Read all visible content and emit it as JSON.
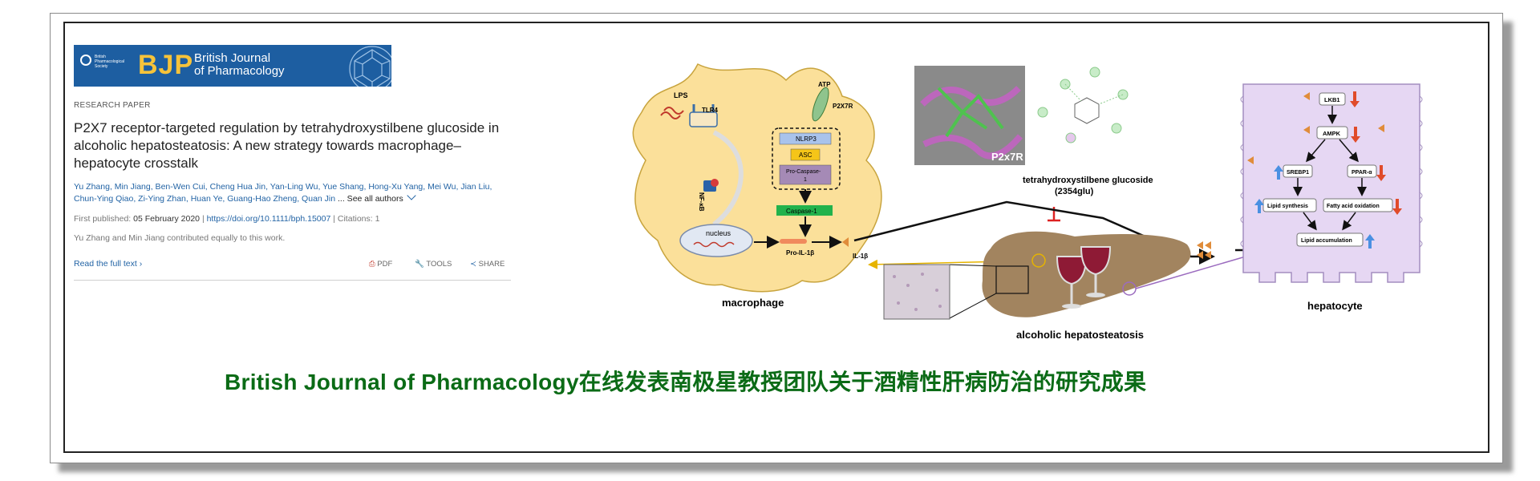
{
  "journal": {
    "acronym": "BJP",
    "name_line1": "British Journal",
    "name_line2": "of Pharmacology",
    "society": "British Pharmacological Society"
  },
  "article": {
    "type": "RESEARCH PAPER",
    "title": "P2X7 receptor-targeted regulation by tetrahydroxystilbene glucoside in alcoholic hepatosteatosis: A new strategy towards macrophage–hepatocyte crosstalk",
    "authors": "Yu Zhang,  Min Jiang,  Ben-Wen Cui,  Cheng Hua Jin,  Yan-Ling Wu,  Yue Shang,  Hong-Xu Yang,  Mei Wu,  Jian Liu,  Chun-Ying Qiao,  Zi-Ying Zhan,  Huan Ye,  Guang-Hao Zheng,  Quan Jin",
    "see_all": "... See all authors",
    "first_published_label": "First published:",
    "first_published_date": "05 February 2020",
    "doi": "https://doi.org/10.1111/bph.15007",
    "citations": "Citations: 1",
    "note": "Yu Zhang and Min Jiang contributed equally to this work.",
    "read_full": "Read the full text",
    "pdf_label": "PDF",
    "tools_label": "TOOLS",
    "share_label": "SHARE"
  },
  "figure": {
    "lps": "LPS",
    "tlr4": "TLR4",
    "atp": "ATP",
    "p2x7r": "P2X7R",
    "nlrp3": "NLRP3",
    "asc": "ASC",
    "pro_caspase_a": "Pro-Caspase-",
    "pro_caspase_b": "1",
    "caspase1": "Caspase-1",
    "nfkb": "NF-κB",
    "nucleus": "nucleus",
    "pro_il1b": "Pro-IL-1β",
    "il1b": "IL-1β",
    "macrophage": "macrophage",
    "docking_label": "P2x7R",
    "compound": "tetrahydroxystilbene glucoside",
    "compound_abbr": "(2354glu)",
    "liver_label": "alcoholic hepatosteatosis",
    "lkb1": "LKB1",
    "ampk": "AMPK",
    "srebp1": "SREBP1",
    "ppara": "PPAR-α",
    "lipid_synthesis": "Lipid synthesis",
    "fatty_acid_oxidation": "Fatty acid oxidation",
    "lipid_accumulation": "Lipid accumulation",
    "hepatocyte": "hepatocyte"
  },
  "caption": "British Journal of Pharmacology在线发表南极星教授团队关于酒精性肝病防治的研究成果",
  "colors": {
    "brand_blue": "#1d5ea1",
    "brand_yellow": "#f6c33a",
    "caption_green": "#0b6b16",
    "link_blue": "#2364a5"
  }
}
